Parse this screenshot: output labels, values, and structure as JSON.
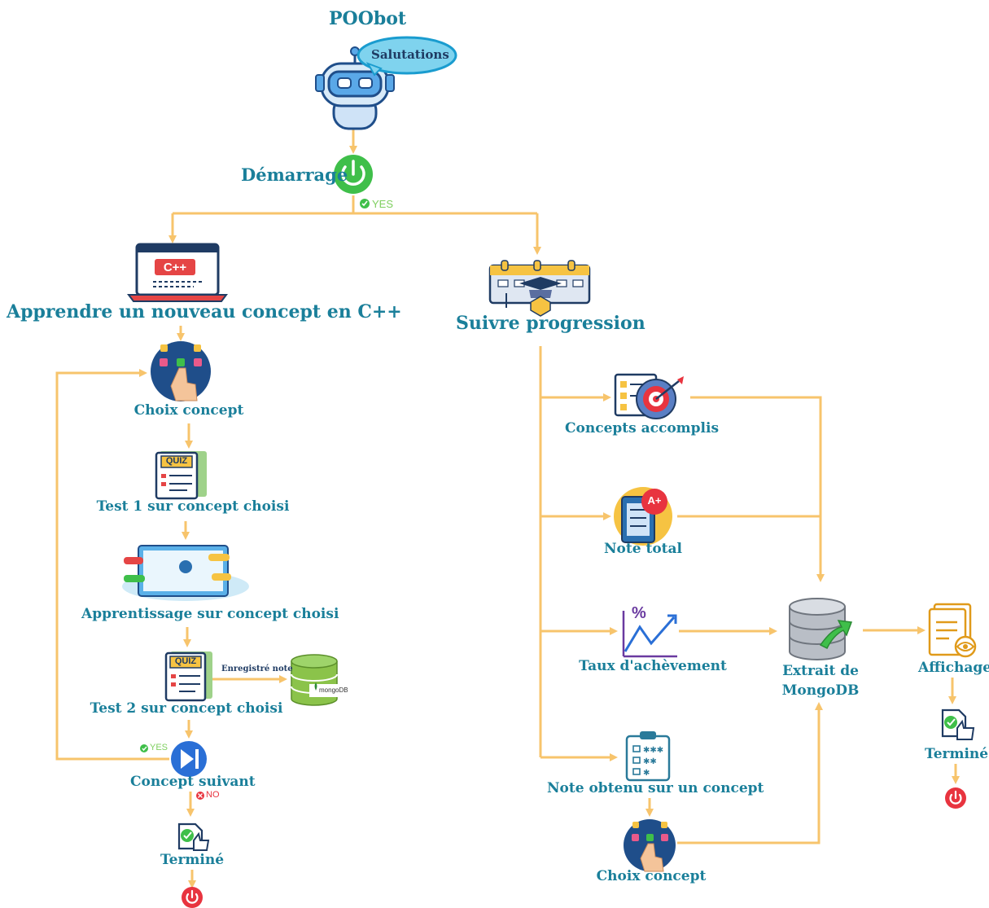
{
  "diagram": {
    "title": "POObot",
    "greeting": "Salutations",
    "start": "Démarrage",
    "yes": "YES",
    "no": "NO",
    "left": {
      "learn": "Apprendre un nouveau concept en C++",
      "code_badge": "C++",
      "choose": "Choix concept",
      "quiz_badge": "QUIZ",
      "test1": "Test 1 sur concept choisi",
      "learning": "Apprentissage sur concept choisi",
      "test2": "Test 2 sur concept choisi",
      "saved_note": "Enregistré note",
      "mongodb_small": "mongoDB",
      "next": "Concept suivant",
      "done": "Terminé"
    },
    "right": {
      "progress": "Suivre progression",
      "accomplished": "Concepts accomplis",
      "total": "Note total",
      "grade_badge": "A+",
      "rate": "Taux d'achèvement",
      "percent_sign": "%",
      "concept_note": "Note obtenu sur un concept",
      "choose": "Choix concept",
      "extract_line1": "Extrait de",
      "extract_line2": "MongoDB",
      "display": "Affichage",
      "done": "Terminé"
    }
  },
  "colors": {
    "arrow": "#f7c46c",
    "label": "#1a7f9a",
    "power_green": "#3fbf4a",
    "power_red": "#e8343f",
    "bubble": "#7fd3ee",
    "robot_blue": "#5aa8e8"
  }
}
